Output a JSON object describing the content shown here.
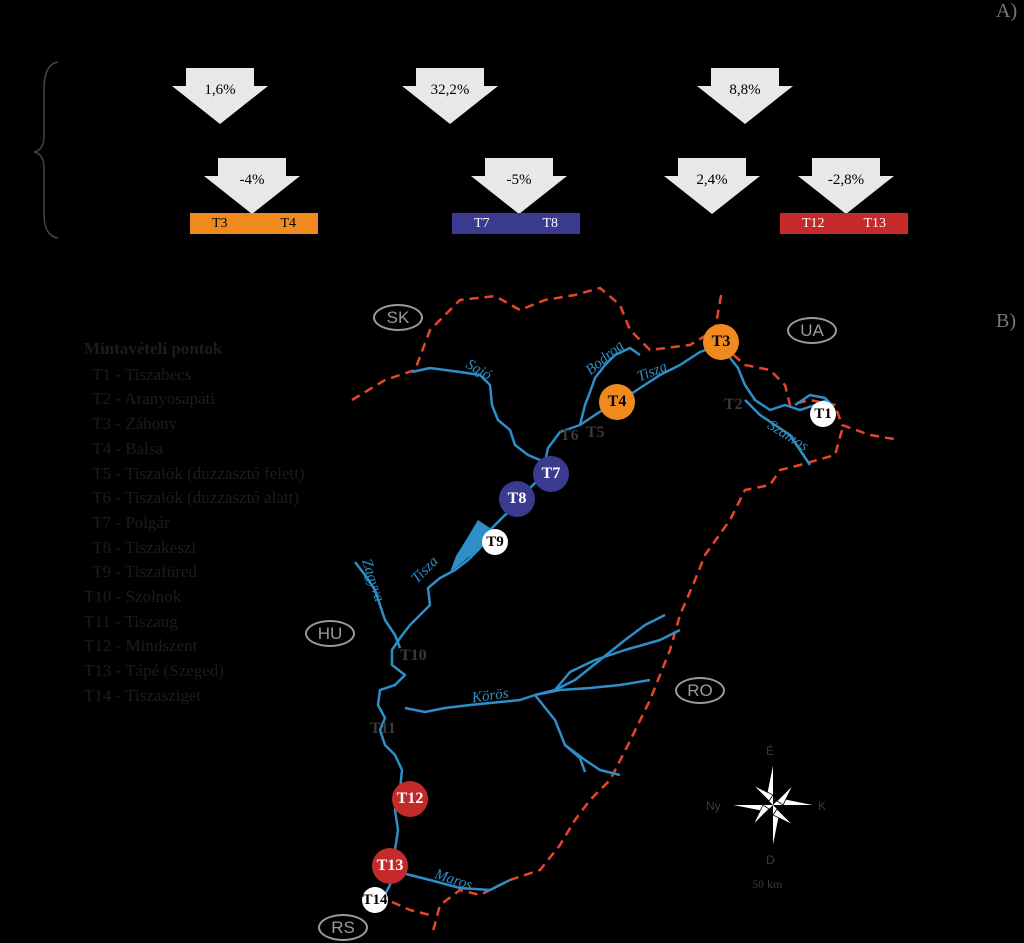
{
  "panels": {
    "a": "A)",
    "b": "B)"
  },
  "arrows": [
    {
      "id": "a1",
      "value": "1,6%"
    },
    {
      "id": "a2",
      "value": "32,2%"
    },
    {
      "id": "a3",
      "value": "8,8%"
    },
    {
      "id": "a4",
      "value": "-4%"
    },
    {
      "id": "a5",
      "value": "-5%"
    },
    {
      "id": "a6",
      "value": "2,4%"
    },
    {
      "id": "a7",
      "value": "-2,8%"
    }
  ],
  "bars": [
    {
      "id": "orange",
      "left": "T3",
      "right": "T4",
      "color": "#f08a1e"
    },
    {
      "id": "navy",
      "left": "T7",
      "right": "T8",
      "color": "#3a3a8f"
    },
    {
      "id": "red",
      "left": "T12",
      "right": "T13",
      "color": "#c42a2a"
    }
  ],
  "legend": {
    "title": "Mintavételi pontok",
    "items": [
      "  T1 - Tiszabecs",
      "  T2 - Aranyosapáti",
      "  T3 - Záhony",
      "  T4 - Balsa",
      "  T5 - Tiszalök (duzzasztó felett)",
      "  T6 - Tiszalök (duzzasztó alatt)",
      "  T7 - Polgár",
      "  T8 - Tiszakeszi",
      "  T9 - Tiszafüred",
      "T10 - Szolnok",
      "T11 - Tiszaug",
      "T12 - Mindszent",
      "T13 - Tápé (Szeged)",
      "T14 - Tiszasziget"
    ]
  },
  "countries": {
    "sk": "SK",
    "ua": "UA",
    "hu": "HU",
    "ro": "RO",
    "rs": "RS"
  },
  "rivers": {
    "sajo": "Sajó",
    "bodrog": "Bodrog",
    "tisza_upper": "Tisza",
    "szamos": "Szamos",
    "zagyva": "Zagyva",
    "tisza_lower": "Tisza",
    "koros": "Körös",
    "maros": "Maros"
  },
  "stations": {
    "t1": "T1",
    "t2": "T2",
    "t3": "T3",
    "t4": "T4",
    "t5": "T5",
    "t6": "T6",
    "t7": "T7",
    "t8": "T8",
    "t9": "T9",
    "t10": "T10",
    "t11": "T11",
    "t12": "T12",
    "t13": "T13",
    "t14": "T14"
  },
  "compass": {
    "n": "É",
    "s": "D",
    "e": "K",
    "w": "Ny"
  },
  "scale": "50 km",
  "colors": {
    "river": "#2e8fc8",
    "border": "#e8452a",
    "orange": "#f08a1e",
    "navy": "#3a3a8f",
    "red": "#c42a2a"
  }
}
